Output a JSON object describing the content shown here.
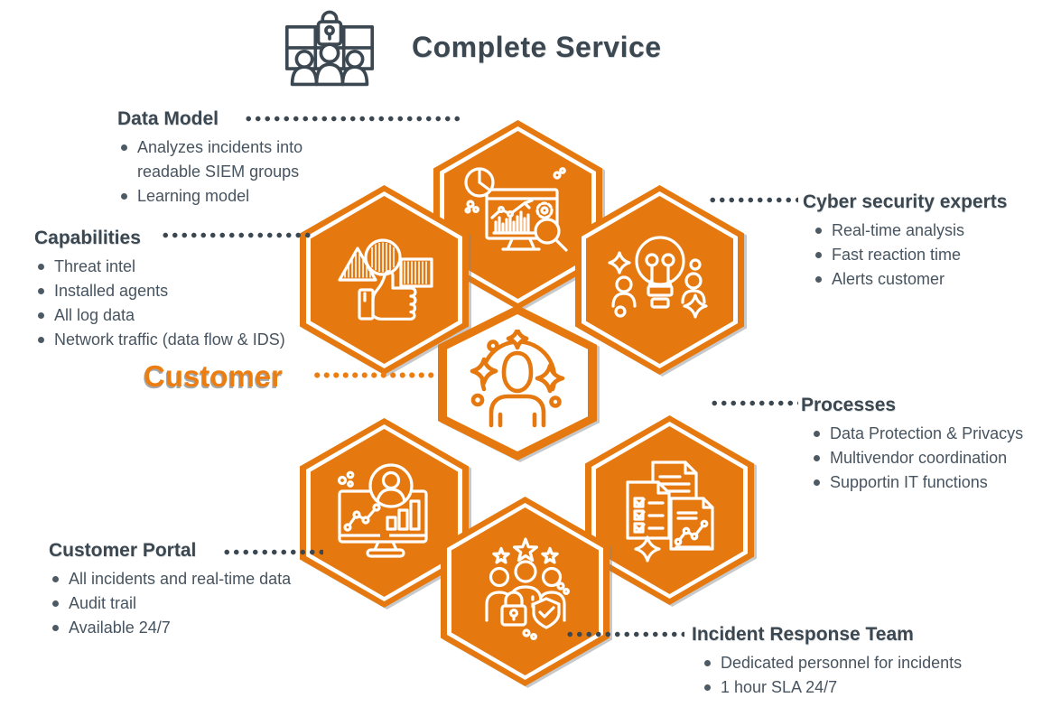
{
  "colors": {
    "orange": "#E5790F",
    "orange_text": "#EC7D10",
    "dark_heading": "#3B4751",
    "body_text": "#475460"
  },
  "header": {
    "title": "Complete Service",
    "icon": "video-wall-team-lock-icon"
  },
  "center": {
    "label": "Customer",
    "icon": "customer-person-sparkles-icon"
  },
  "sections": {
    "data_model": {
      "heading": "Data Model",
      "bullets": [
        "Analyzes incidents into readable SIEM groups",
        "Learning model"
      ]
    },
    "capabilities": {
      "heading": "Capabilities",
      "bullets": [
        "Threat intel",
        "Installed agents",
        "All log data",
        "Network traffic (data flow & IDS)"
      ]
    },
    "customer_portal": {
      "heading": "Customer Portal",
      "bullets": [
        "All incidents and real-time data",
        "Audit trail",
        "Available 24/7"
      ]
    },
    "cyber_experts": {
      "heading": "Cyber security experts",
      "bullets": [
        "Real-time analysis",
        "Fast reaction time",
        "Alerts customer"
      ]
    },
    "processes": {
      "heading": "Processes",
      "bullets": [
        "Data Protection & Privacys",
        "Multivendor coordination",
        "Supportin IT functions"
      ]
    },
    "incident_team": {
      "heading": "Incident Response Team",
      "bullets": [
        "Dedicated personnel for incidents",
        "1 hour SLA 24/7"
      ]
    }
  },
  "hexagons": [
    {
      "name": "data-model",
      "icon": "analytics-dashboard-icon"
    },
    {
      "name": "capabilities",
      "icon": "thumbs-up-shapes-icon"
    },
    {
      "name": "cyber-experts",
      "icon": "lightbulb-team-icon"
    },
    {
      "name": "customer",
      "icon": "customer-person-sparkles-icon"
    },
    {
      "name": "customer-portal",
      "icon": "portal-monitor-icon"
    },
    {
      "name": "incident-team",
      "icon": "team-lock-shield-icon"
    },
    {
      "name": "processes",
      "icon": "documents-checklist-icon"
    }
  ]
}
